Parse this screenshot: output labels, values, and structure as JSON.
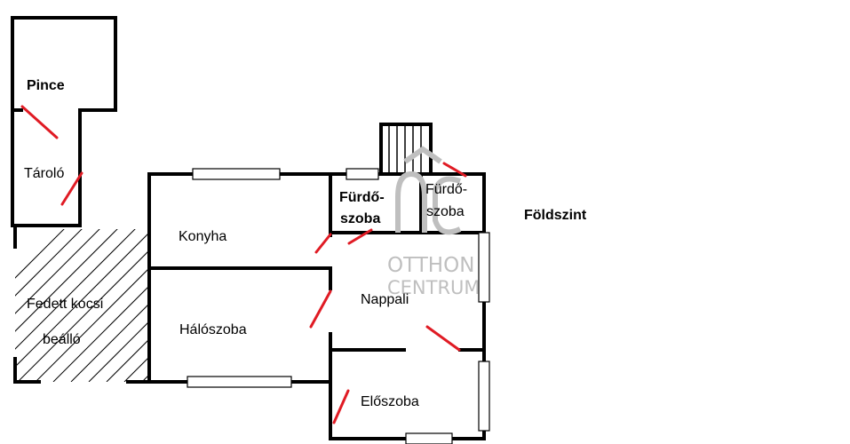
{
  "rooms": {
    "pince": "Pince",
    "tarolo": "Tároló",
    "konyha": "Konyha",
    "haloszoba": "Hálószoba",
    "furdo1_line1": "Fürdő-",
    "furdo1_line2": "szoba",
    "furdo2_line1": "Fürdő-",
    "furdo2_line2": "szoba",
    "nappali": "Nappali",
    "eloszoba": "Előszoba",
    "fedett_line1": "Fedett kocsi",
    "fedett_line2": "beálló"
  },
  "level_label": "Földszint",
  "watermark": {
    "line1": "OTTHON",
    "line2": "CENTRUM"
  },
  "colors": {
    "wall": "#000000",
    "door": "#e01b24",
    "watermark": "#bfbfbf"
  }
}
